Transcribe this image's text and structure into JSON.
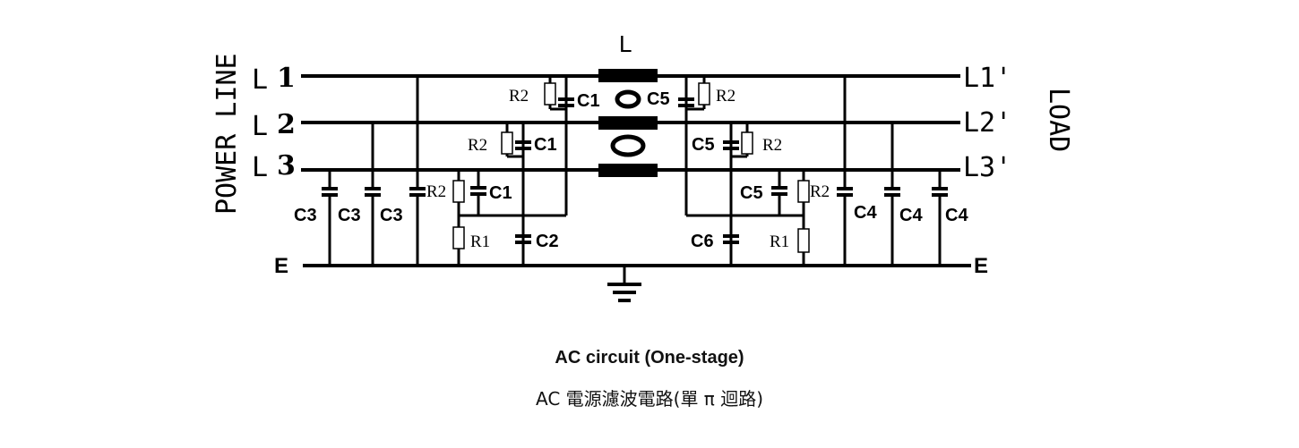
{
  "labels": {
    "power_line": "POWER LINE",
    "load": "LOAD",
    "choke": "L",
    "line1_in": "L",
    "line1_num": "1",
    "line2_in": "L",
    "line2_num": "2",
    "line3_in": "L",
    "line3_num": "3",
    "line1_out": "L1'",
    "line2_out": "L2'",
    "line3_out": "L3'",
    "earth_in": "E",
    "earth_out": "E"
  },
  "components": {
    "c1": "C1",
    "c2": "C2",
    "c3": "C3",
    "c4": "C4",
    "c5": "C5",
    "c6": "C6",
    "r1": "R1",
    "r2": "R2"
  },
  "captions": {
    "english": "AC circuit (One-stage)",
    "chinese": "AC 電源濾波電路(單 π 迴路)"
  }
}
